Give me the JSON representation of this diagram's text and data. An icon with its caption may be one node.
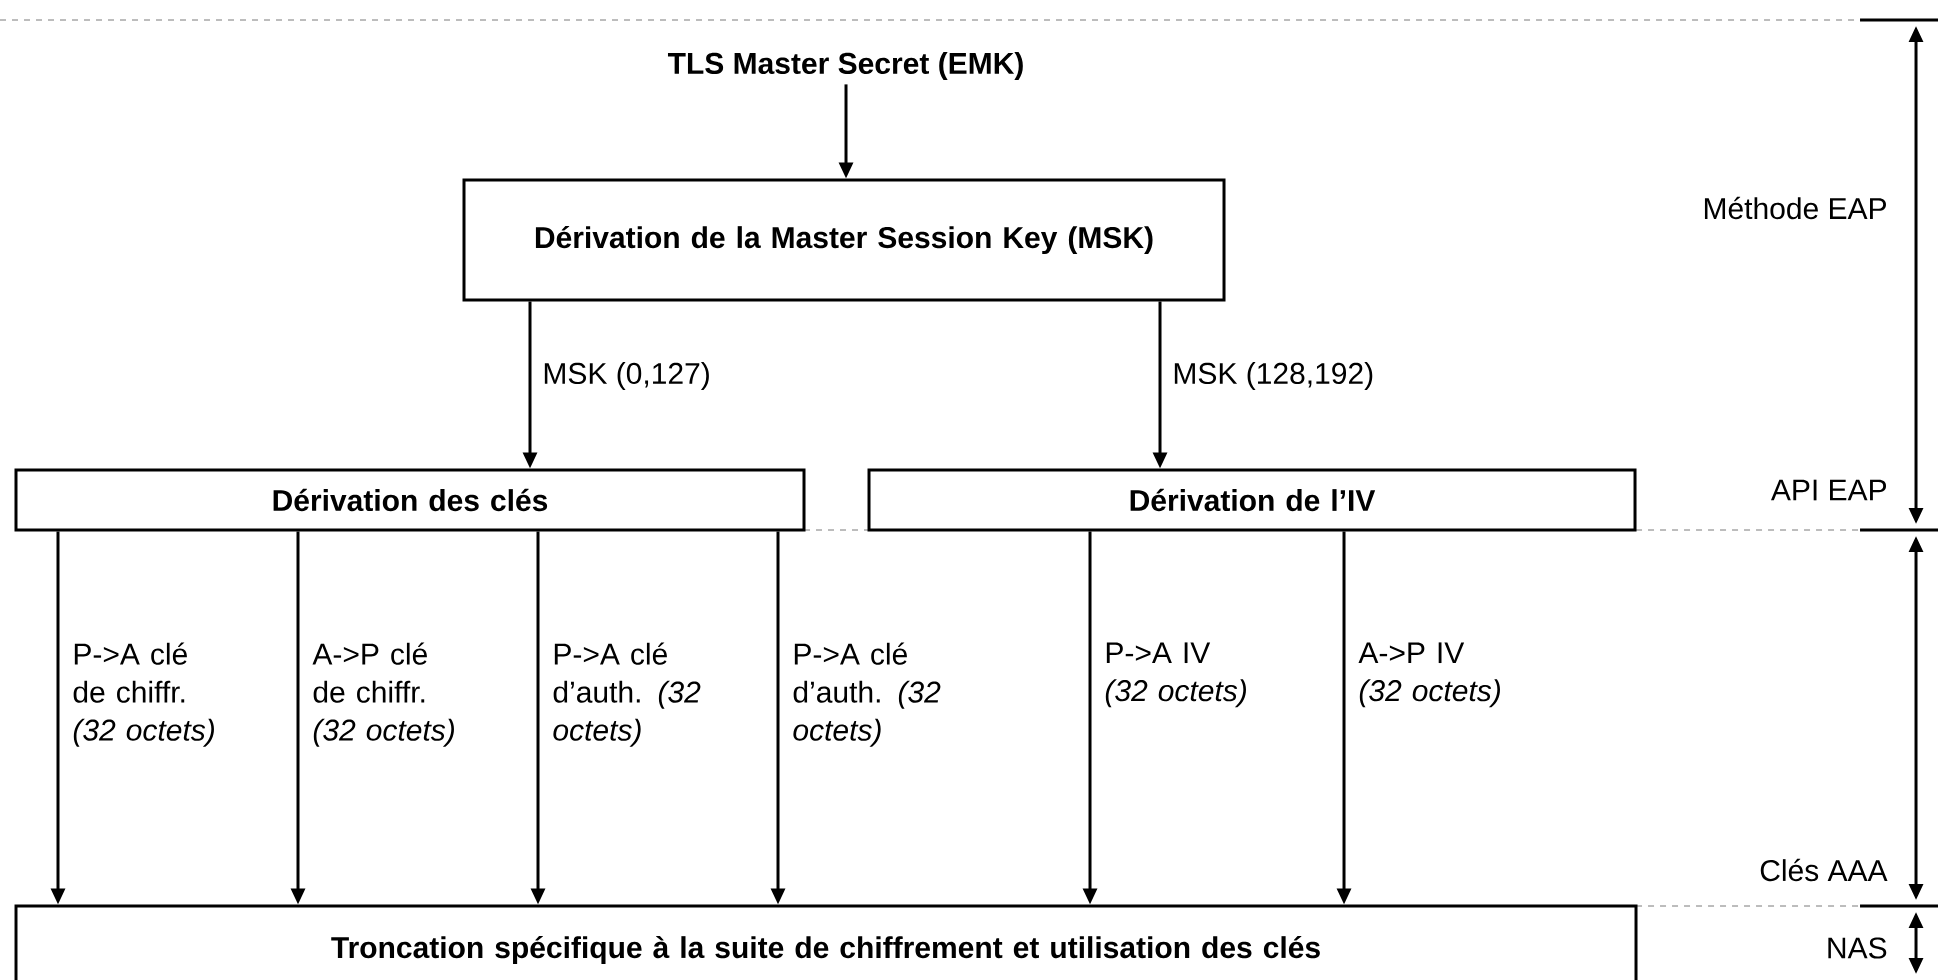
{
  "diagram": {
    "nodes": [
      {
        "text": [
          "TLS Master Secret (EMK)"
        ]
      },
      {
        "text": [
          "Dérivation de la Master Session Key (MSK)"
        ]
      },
      {
        "text": [
          "Dérivation des clés"
        ]
      },
      {
        "text": [
          "Dérivation de l’IV"
        ]
      },
      {
        "text": [
          "Troncation spécifique à la suite de chiffrement et utilisation des clés"
        ]
      }
    ],
    "edges": [
      {
        "from": 0,
        "to": 1,
        "arrow": "to"
      },
      {
        "from": 1,
        "to": 2,
        "arrow": "to",
        "label": "MSK (0,127)"
      },
      {
        "from": 1,
        "to": 3,
        "arrow": "to",
        "label": "MSK (128,192)"
      },
      {
        "from": 2,
        "to": 4,
        "arrow": "to",
        "label": "P->A clé de chiffr. *(32 octets)*"
      },
      {
        "from": 2,
        "to": 4,
        "arrow": "to",
        "label": "A->P clé de chiffr. *(32 octets)*"
      },
      {
        "from": 2,
        "to": 4,
        "arrow": "to",
        "label": "P->A clé d’auth. *(32 octets)*"
      },
      {
        "from": 2,
        "to": 4,
        "arrow": "to",
        "label": "P->A clé d’auth. *(32 octets)*"
      },
      {
        "from": 3,
        "to": 4,
        "arrow": "to",
        "label": "P->A IV *(32 octets)*"
      },
      {
        "from": 3,
        "to": 4,
        "arrow": "to",
        "label": "A->P IV *(32 octets)*"
      }
    ],
    "labels": [
      "Méthode EAP",
      "API EAP",
      "Clés AAA",
      "NAS"
    ]
  }
}
